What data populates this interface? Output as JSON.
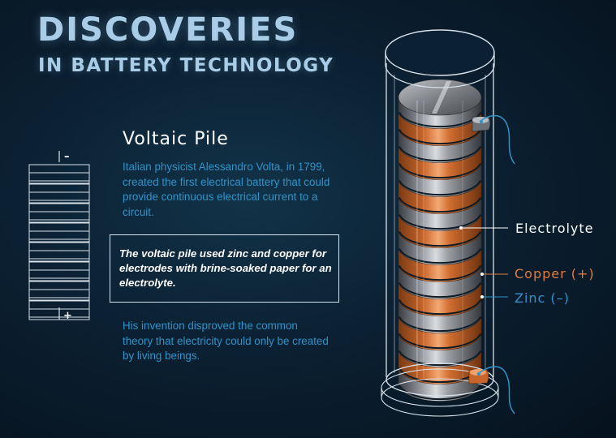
{
  "header": {
    "title": "DISCOVERIES",
    "subtitle": "IN BATTERY TECHNOLOGY"
  },
  "section": {
    "title": "Voltaic Pile",
    "paragraph_1": "Italian physicist Alessandro Volta, in 1799, created the first electrical battery that could provide continuous electrical current to a circuit.",
    "callout": "The voltaic pile used zinc and copper for electrodes with brine-soaked paper for an electrolyte.",
    "paragraph_2": "His invention disproved the common theory that electricity could only be created by living beings."
  },
  "diagram_labels": {
    "electrolyte": "Electrolyte",
    "copper": "Copper (+)",
    "zinc": "Zinc (–)"
  },
  "mini_pile": {
    "negative_sign": "–",
    "positive_sign": "+"
  },
  "colors": {
    "title": "#a9cde6",
    "body_text": "#2f93c9",
    "copper": "#e07b3a",
    "zinc": "#2f93c9",
    "background": "#0b2032"
  }
}
